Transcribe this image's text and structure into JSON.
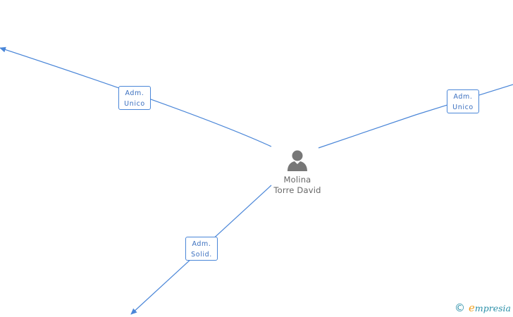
{
  "diagram": {
    "center_person": {
      "name_line1": "Molina",
      "name_line2": "Torre David",
      "icon": "person-icon"
    },
    "relations": [
      {
        "id": "left",
        "line1": "Adm.",
        "line2": "Unico"
      },
      {
        "id": "right",
        "line1": "Adm.",
        "line2": "Unico"
      },
      {
        "id": "bottom",
        "line1": "Adm.",
        "line2": "Solid."
      }
    ],
    "colors": {
      "edge": "#4a86d8",
      "label_text": "#3a6fbf",
      "person_icon": "#777777",
      "person_text": "#666666"
    }
  },
  "footer": {
    "copyright": "©",
    "brand_initial": "e",
    "brand_rest": "mpresia",
    "brand_color": "#2a8fa8",
    "brand_accent": "#f0a020"
  }
}
